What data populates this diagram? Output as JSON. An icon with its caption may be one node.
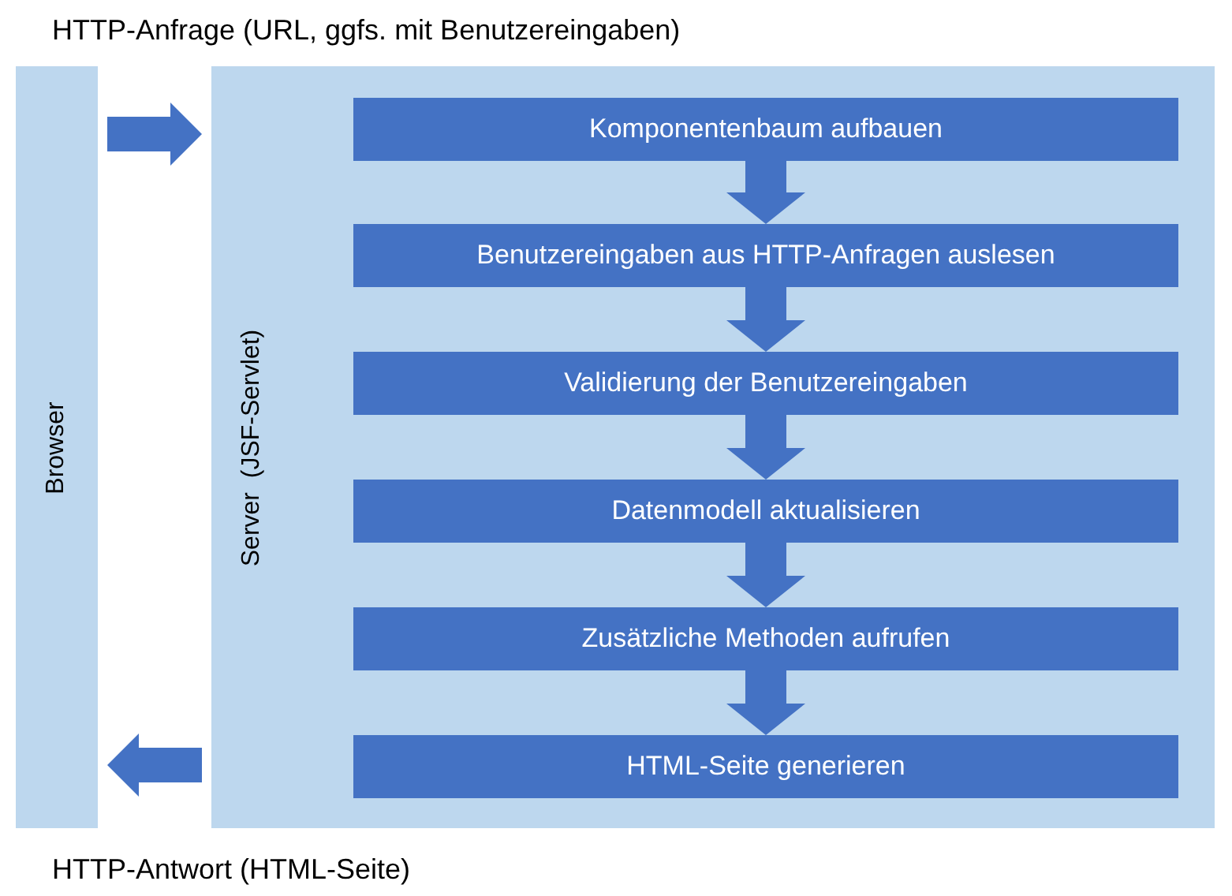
{
  "diagram": {
    "nodes": [
      {
        "text": [
          "Browser"
        ]
      },
      {
        "text": [
          "Server  (JSF-Servlet)"
        ]
      },
      {
        "text": [
          "Komponentenbaum aufbauen"
        ],
        "in": 1
      },
      {
        "text": [
          "Benutzereingaben aus HTTP-Anfragen auslesen"
        ],
        "in": 1
      },
      {
        "text": [
          "Validierung der Benutzereingaben"
        ],
        "in": 1
      },
      {
        "text": [
          "Datenmodell aktualisieren"
        ],
        "in": 1
      },
      {
        "text": [
          "Zusätzliche Methoden aufrufen"
        ],
        "in": 1
      },
      {
        "text": [
          "HTML-Seite generieren"
        ],
        "in": 1
      }
    ],
    "edges": [
      {
        "from": 0,
        "to": 1,
        "arrow": "to",
        "label": "HTTP-Anfrage (URL, ggfs. mit Benutzereingaben)"
      },
      {
        "from": 1,
        "to": 0,
        "arrow": "to",
        "label": "HTTP-Antwort (HTML-Seite)"
      },
      {
        "from": 2,
        "to": 3,
        "arrow": "to"
      },
      {
        "from": 3,
        "to": 4,
        "arrow": "to"
      },
      {
        "from": 4,
        "to": 5,
        "arrow": "to"
      },
      {
        "from": 5,
        "to": 6,
        "arrow": "to"
      },
      {
        "from": 6,
        "to": 7,
        "arrow": "to"
      }
    ]
  }
}
